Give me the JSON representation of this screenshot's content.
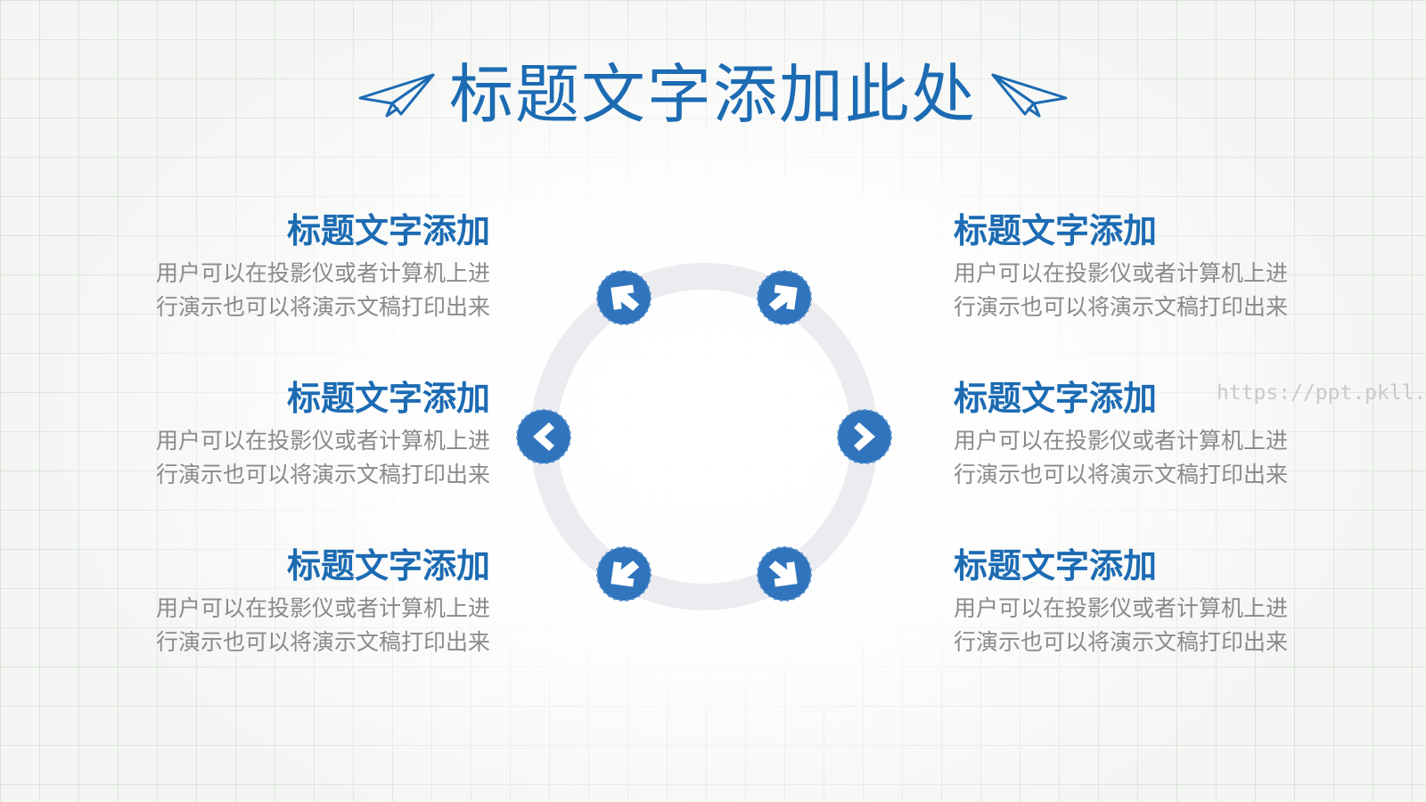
{
  "slide": {
    "title": "标题文字添加此处",
    "watermark": "https://ppt.pkll.de",
    "accent_color": "#1c6bb3",
    "icons": {
      "title_left": "paper-plane-icon",
      "title_right": "paper-plane-icon",
      "diagram_nodes": [
        "arrow-up-left-icon",
        "arrow-up-right-icon",
        "arrow-left-icon",
        "arrow-right-icon",
        "arrow-down-left-icon",
        "arrow-down-right-icon"
      ]
    },
    "items_left": [
      {
        "title": "标题文字添加",
        "line1": "用户可以在投影仪或者计算机上进",
        "line2": "行演示也可以将演示文稿打印出来"
      },
      {
        "title": "标题文字添加",
        "line1": "用户可以在投影仪或者计算机上进",
        "line2": "行演示也可以将演示文稿打印出来"
      },
      {
        "title": "标题文字添加",
        "line1": "用户可以在投影仪或者计算机上进",
        "line2": "行演示也可以将演示文稿打印出来"
      }
    ],
    "items_right": [
      {
        "title": "标题文字添加",
        "line1": "用户可以在投影仪或者计算机上进",
        "line2": "行演示也可以将演示文稿打印出来"
      },
      {
        "title": "标题文字添加",
        "line1": "用户可以在投影仪或者计算机上进",
        "line2": "行演示也可以将演示文稿打印出来"
      },
      {
        "title": "标题文字添加",
        "line1": "用户可以在投影仪或者计算机上进",
        "line2": "行演示也可以将演示文稿打印出来"
      }
    ]
  }
}
